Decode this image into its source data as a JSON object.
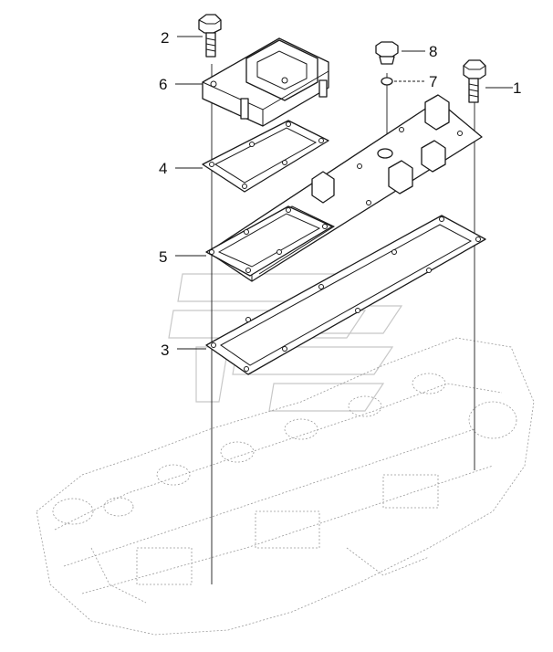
{
  "callouts": {
    "c1": "1",
    "c2": "2",
    "c3": "3",
    "c4": "4",
    "c5": "5",
    "c6": "6",
    "c7": "7",
    "c8": "8"
  },
  "colors": {
    "line": "#1a1a1a",
    "ghost_engine": "#9a9a9a",
    "watermark": "#c8c8c8",
    "background": "#ffffff"
  }
}
